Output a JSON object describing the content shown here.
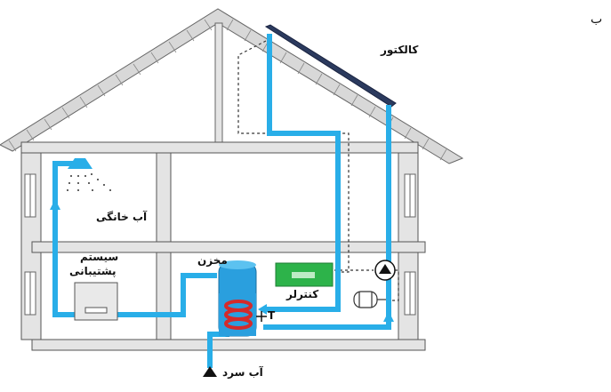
{
  "figure_letter": "ب",
  "labels": {
    "collector": "کالکتور",
    "hot_water": "آب خانگی",
    "backup_system_line1": "سیستم",
    "backup_system_line2": "پشتیبانی",
    "tank": "مخزن",
    "controller": "کنترلر",
    "cold_water": "آب سرد",
    "temp_sensor": "T"
  },
  "colors": {
    "pipe": "#29aee8",
    "controller": "#2db34a",
    "collector": "#2b3a5e",
    "tank": "#2a9fde",
    "heat_coil": "#d42a2a",
    "structure": "#e4e4e4",
    "outline": "#555555"
  }
}
